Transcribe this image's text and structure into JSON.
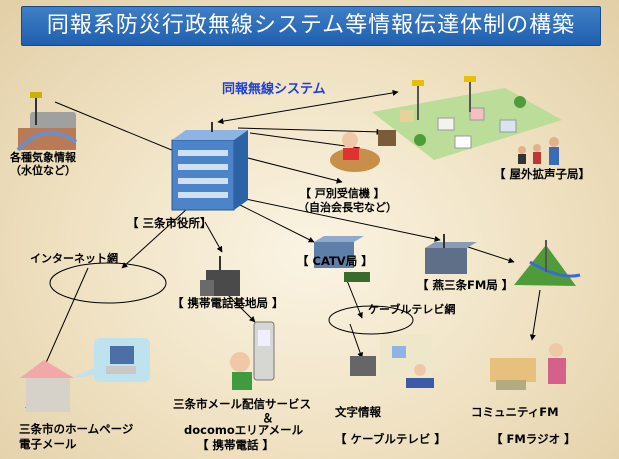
{
  "title": "同報系防災行政無線システム等情報伝達体制の構築",
  "labels": {
    "system": "同報無線システム",
    "weather_l1": "各種気象情報",
    "weather_l2": "（水位など）",
    "city_hall": "【 三条市役所】",
    "home_receiver_l1": "【 戸別受信機 】",
    "home_receiver_l2": "（自治会長宅など）",
    "outdoor_speaker": "【 屋外拡声子局】",
    "internet": "インターネット網",
    "mobile_base": "【 携帯電話基地局 】",
    "catv_station": "【 CATV局 】",
    "fm_station": "【 燕三条FM局 】",
    "cable_net": "ケーブルテレビ網",
    "homepage_l1": "三条市のホームページ",
    "homepage_l2": "電子メール",
    "mail_l1": "三条市メール配信サービス",
    "mail_l2": "＆",
    "mail_l3": "docomoエリアメール",
    "mail_l4": "【 携帯電話 】",
    "teletext": "文字情報",
    "cable_tv": "【 ケーブルテレビ 】",
    "community_fm": "コミュニティFM",
    "fm_radio": "【 FMラジオ 】"
  }
}
